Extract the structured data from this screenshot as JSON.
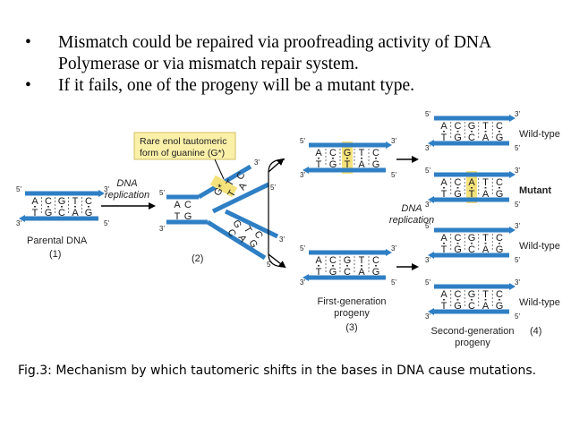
{
  "bullets": [
    "Mismatch could be repaired via proofreading activity of DNA Polymerase or via mismatch repair system.",
    "If it fails, one of the progeny will be a mutant type."
  ],
  "bullet_glyph": "•",
  "caption": "Fig.3: Mechanism by which tautomeric shifts in the bases in DNA cause mutations.",
  "figure": {
    "enol_label_line1": "Rare enol tautomeric",
    "enol_label_line2": "form of guanine (G*)",
    "dna_replication_1_line1": "DNA",
    "dna_replication_1_line2": "replication",
    "dna_replication_2_line1": "DNA",
    "dna_replication_2_line2": "replication",
    "parental_dna": "Parental DNA",
    "label_1": "(1)",
    "label_2": "(2)",
    "first_gen_line1": "First-generation",
    "first_gen_line2": "progeny",
    "label_3": "(3)",
    "second_gen_line1": "Second-generation",
    "second_gen_line2": "progeny",
    "label_4": "(4)",
    "wild_type_1": "Wild-type",
    "mutant": "Mutant",
    "wild_type_2": "Wild-type",
    "wild_type_3": "Wild-type",
    "five_prime": "5'",
    "three_prime": "3'",
    "parental_top": [
      "A",
      "C",
      "G",
      "T",
      "C"
    ],
    "parental_bottom": [
      "T",
      "G",
      "C",
      "A",
      "G"
    ],
    "fork_top": [
      "A",
      "C"
    ],
    "fork_bottom": [
      "T",
      "G"
    ],
    "fork_upper_strand": [
      "G*",
      "T",
      "C"
    ],
    "fork_upper_new": [
      "T",
      "A"
    ],
    "fork_lower_strand": [
      "C",
      "A",
      "G"
    ],
    "fork_lower_new": [
      "G",
      "T",
      "C"
    ],
    "first_upper_top": [
      "A",
      "C",
      "G",
      "T",
      "C"
    ],
    "first_upper_bottom": [
      "T",
      "G",
      "T",
      "A",
      "G"
    ],
    "first_lower_top": [
      "A",
      "C",
      "G",
      "T",
      "C"
    ],
    "first_lower_bottom": [
      "T",
      "G",
      "C",
      "A",
      "G"
    ],
    "second_1_top": [
      "A",
      "C",
      "G",
      "T",
      "C"
    ],
    "second_1_bottom": [
      "T",
      "G",
      "C",
      "A",
      "G"
    ],
    "second_2_top": [
      "A",
      "C",
      "A",
      "T",
      "C"
    ],
    "second_2_bottom": [
      "T",
      "G",
      "T",
      "A",
      "G"
    ],
    "second_3_top": [
      "A",
      "C",
      "G",
      "T",
      "C"
    ],
    "second_3_bottom": [
      "T",
      "G",
      "C",
      "A",
      "G"
    ],
    "second_4_top": [
      "A",
      "C",
      "G",
      "T",
      "C"
    ],
    "second_4_bottom": [
      "T",
      "G",
      "C",
      "A",
      "G"
    ]
  },
  "colors": {
    "strand": "#2f7fc4",
    "highlight": "#f4e27a",
    "text": "#222222"
  }
}
